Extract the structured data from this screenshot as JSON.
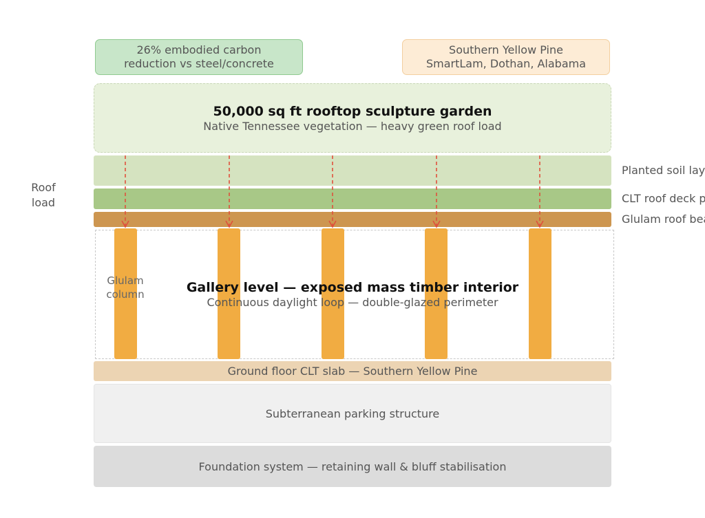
{
  "badges": {
    "carbon": {
      "line1": "26% embodied carbon",
      "line2": "reduction vs steel/concrete",
      "color": "#c8e6c9"
    },
    "timber": {
      "line1": "Southern Yellow Pine",
      "line2": "SmartLam, Dothan, Alabama",
      "color": "#fdecd6"
    }
  },
  "garden": {
    "title": "50,000 sq ft rooftop sculpture garden",
    "subtitle": "Native Tennessee vegetation — heavy green roof load",
    "color": "#e8f1dc"
  },
  "layers": {
    "soil": {
      "label": "Planted soil layer",
      "color": "#d5e3c0"
    },
    "clt_deck": {
      "label": "CLT roof deck panels",
      "color": "#a8c887"
    },
    "glulam_beam": {
      "label": "Glulam roof beams",
      "color": "#cd9650"
    }
  },
  "roof_load_label": {
    "line1": "Roof",
    "line2": "load"
  },
  "arrow_color": "#e0503c",
  "gallery": {
    "title": "Gallery level — exposed mass timber interior",
    "subtitle": "Continuous daylight loop — double-glazed perimeter",
    "column_label": {
      "line1": "Glulam",
      "line2": "column"
    },
    "column_color": "#f1ac42",
    "column_count": 5
  },
  "slab": {
    "label": "Ground floor CLT slab — Southern Yellow Pine",
    "color": "#ecd4b3"
  },
  "parking": {
    "label": "Subterranean parking structure",
    "color": "#f0f0f0"
  },
  "foundation": {
    "label": "Foundation system — retaining wall & bluff stabilisation",
    "color": "#dcdcdc"
  }
}
